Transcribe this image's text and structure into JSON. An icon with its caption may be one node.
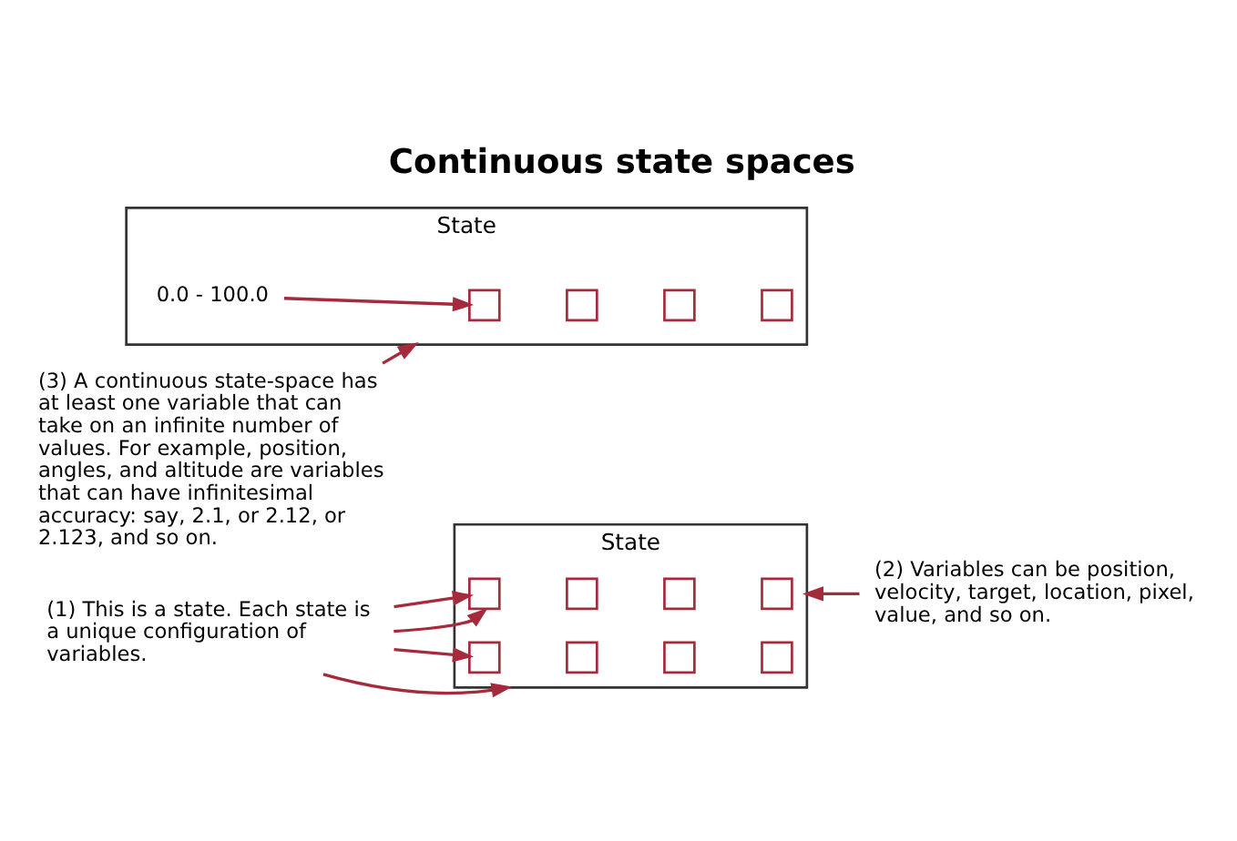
{
  "diagram": {
    "title": "Continuous state spaces",
    "nodes": [
      {
        "text": [
          "State"
        ]
      },
      {
        "text": [],
        "shape": "box",
        "in": 0
      },
      {
        "text": [],
        "shape": "box",
        "in": 0
      },
      {
        "text": [],
        "shape": "box",
        "in": 0
      },
      {
        "text": [],
        "shape": "box",
        "in": 0
      },
      {
        "text": [],
        "shape": "box",
        "in": 0
      },
      {
        "text": [],
        "shape": "box",
        "in": 0
      },
      {
        "text": [],
        "shape": "box",
        "in": 0
      },
      {
        "text": [],
        "shape": "box",
        "in": 0
      },
      {
        "text": [
          "(1) This is a state. Each state is a unique configuration of variables."
        ]
      },
      {
        "text": [
          "(2) Variables can be position, velocity, target, location, pixel, value, and so on."
        ]
      },
      {
        "text": [
          "State"
        ]
      },
      {
        "text": [],
        "shape": "box",
        "in": 11
      },
      {
        "text": [],
        "shape": "box",
        "in": 11
      },
      {
        "text": [],
        "shape": "box",
        "in": 11
      },
      {
        "text": [],
        "shape": "box",
        "in": 11
      },
      {
        "text": [
          "0.0 - 100.0"
        ],
        "in": 11
      },
      {
        "text": [
          "(3) A continuous state-space has at least one variable that can take on an infinite number of values. For example, position, angles, and altitude are variables that can have infinitesimal accuracy: say, 2.1, or 2.12, or 2.123, and so on."
        ]
      }
    ],
    "edges": [
      {
        "from": 9,
        "to": 0,
        "arrow": "to"
      },
      {
        "from": 9,
        "to": 1,
        "arrow": "to"
      },
      {
        "from": 9,
        "to": 5,
        "arrow": "to"
      },
      {
        "from": 9,
        "to": 5,
        "arrow": "to"
      },
      {
        "from": 10,
        "to": 0,
        "arrow": "to"
      },
      {
        "from": 16,
        "to": 12,
        "arrow": "to"
      },
      {
        "from": 17,
        "to": 11,
        "arrow": "to"
      }
    ]
  }
}
